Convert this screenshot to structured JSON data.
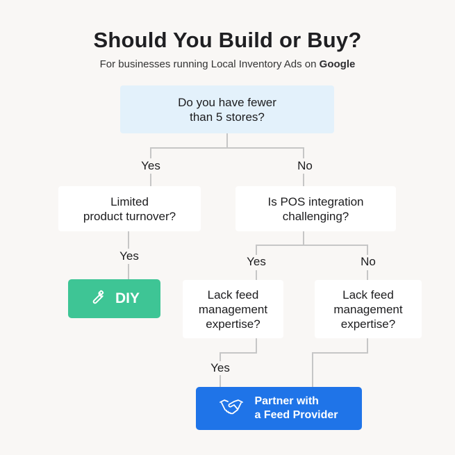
{
  "title": "Should You Build or Buy?",
  "subtitle": {
    "prefix": "For businesses running Local Inventory Ads on",
    "brand": "Google"
  },
  "nodes": {
    "q_stores": {
      "line1": "Do you have fewer",
      "line2": "than 5 stores?"
    },
    "q_turnover": {
      "line1": "Limited",
      "line2": "product turnover?"
    },
    "q_pos": {
      "line1": "Is POS integration",
      "line2": "challenging?"
    },
    "q_feed_yes": {
      "line1": "Lack feed",
      "line2": "management",
      "line3": "expertise?"
    },
    "q_feed_no": {
      "line1": "Lack feed",
      "line2": "management",
      "line3": "expertise?"
    }
  },
  "edges": {
    "stores_yes": "Yes",
    "stores_no": "No",
    "turnover_yes": "Yes",
    "pos_yes": "Yes",
    "pos_no": "No",
    "feed_yes": "Yes"
  },
  "outcomes": {
    "diy": {
      "label": "DIY",
      "icon": "wrench-icon",
      "color": "#3ec595"
    },
    "partner": {
      "line1": "Partner with",
      "line2": "a Feed Provider",
      "icon": "handshake-icon",
      "color": "#1f74e8"
    }
  },
  "colors": {
    "background": "#f9f7f5",
    "question_highlight": "#e3f1fb",
    "connector": "#c6c6c6"
  }
}
